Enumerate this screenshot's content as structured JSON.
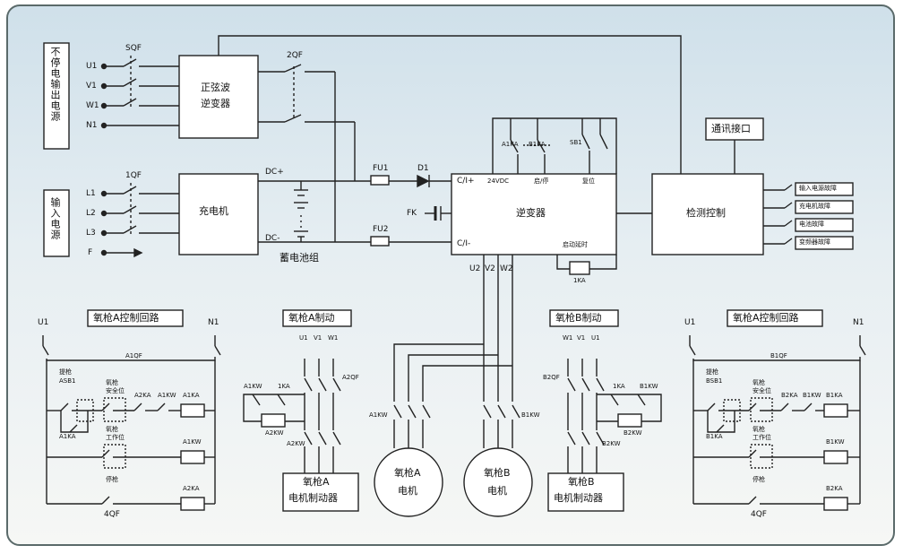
{
  "panel": {
    "bg_top": "#d8e6ee",
    "bg_bottom": "#f4f6f4",
    "frame": "#5a6a6a"
  },
  "left_sources": {
    "ups_label": "不停电输出电源",
    "input_label": "输入电源"
  },
  "ups_terminals": [
    "U1",
    "V1",
    "W1",
    "N1"
  ],
  "input_terminals": [
    "L1",
    "L2",
    "L3",
    "F"
  ],
  "breakers": {
    "sqf": "SQF",
    "q1": "1QF",
    "q2": "2QF",
    "fu1": "FU1",
    "fu2": "FU2",
    "d1": "D1",
    "fk": "FK"
  },
  "blocks": {
    "sine_inverter_l1": "正弦波",
    "sine_inverter_l2": "逆变器",
    "charger": "充电机",
    "inverter": "逆变器",
    "detector": "检测控制",
    "comm": "通讯接口",
    "battery": "蓄电池组"
  },
  "dc_labels": {
    "dc_plus": "DC+",
    "dc_minus": "DC-"
  },
  "inverter_pins": {
    "ci_plus": "C/I+",
    "v24": "24VDC",
    "start_stop": "启/停",
    "reset": "复位",
    "ci_minus": "C/I-",
    "delay": "启动延时"
  },
  "relay_labels": {
    "a1ka": "A1KA",
    "b1ka": "B1KA",
    "sb1": "SB1",
    "ka1": "1KA"
  },
  "fault_labels": [
    "输入电源故障",
    "充电机故障",
    "电池故障",
    "变频器故障"
  ],
  "outputs": [
    "U2",
    "V2",
    "W2"
  ],
  "motor_a": {
    "l1": "氧枪A",
    "l2": "电机",
    "contact": "A1KW"
  },
  "motor_b": {
    "l1": "氧枪B",
    "l2": "电机",
    "contact": "B1KW"
  },
  "ctrl_a": {
    "title": "氧枪A控制回路",
    "left": "U1",
    "right": "N1",
    "breaker": "A1QF",
    "btn": "提枪",
    "btn_code": "ASB1",
    "hold": "A1KA",
    "safe1": "氧枪",
    "safe2": "安全位",
    "work1": "氧枪",
    "work2": "工作位",
    "stop": "停枪",
    "qf4": "4QF",
    "c_a2ka": "A2KA",
    "c_a1kw": "A1KW",
    "coil1": "A1KA",
    "coil2": "A1KW",
    "coil3": "A2KA"
  },
  "ctrl_b": {
    "title": "氧枪A控制回路",
    "left": "U1",
    "right": "N1",
    "breaker": "B1QF",
    "btn": "提枪",
    "btn_code": "BSB1",
    "hold": "B1KA",
    "safe1": "氧枪",
    "safe2": "安全位",
    "work1": "氧枪",
    "work2": "工作位",
    "stop": "停枪",
    "qf4": "4QF",
    "c_a2ka": "B2KA",
    "c_a1kw": "B1KW",
    "coil1": "B1KA",
    "coil2": "B1KW",
    "coil3": "B2KA"
  },
  "brake_a": {
    "title": "氧枪A制动",
    "phases": [
      "U1",
      "V1",
      "W1"
    ],
    "qf": "A2QF",
    "kw": "A1KW",
    "ka": "1KA",
    "aw": "A2KW",
    "aw2": "A2KW",
    "box_l1": "氧枪A",
    "box_l2": "电机制动器"
  },
  "brake_b": {
    "title": "氧枪B制动",
    "phases": [
      "W1",
      "V1",
      "U1"
    ],
    "qf": "B2QF",
    "kw": "B1KW",
    "ka": "1KA",
    "aw": "B2KW",
    "aw2": "B2KW",
    "box_l1": "氧枪B",
    "box_l2": "电机制动器"
  }
}
